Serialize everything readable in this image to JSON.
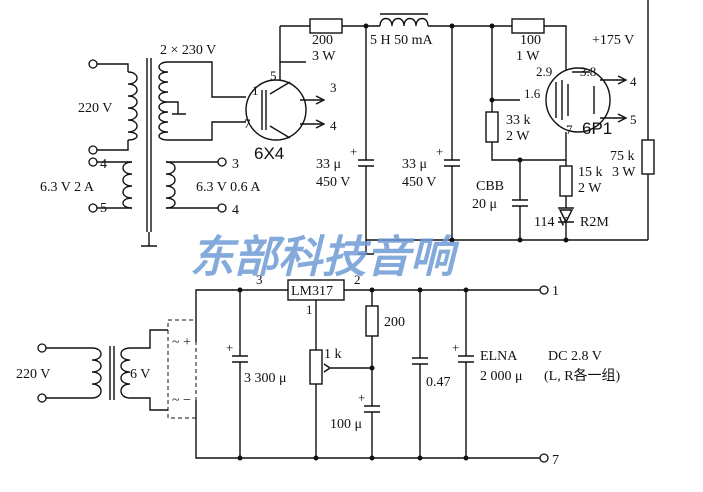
{
  "watermark": "东部科技音响",
  "upper": {
    "mains_voltage": "220 V",
    "secondary_hv": "2 × 230 V",
    "heater_label": "6.3 V 2 A",
    "heater_secondary": "6.3 V 0.6 A",
    "rectifier_tube": "6X4",
    "rectifier_pins": {
      "p1": "1",
      "p7": "7",
      "p5": "5",
      "p3": "3",
      "p4": "4"
    },
    "series_resistor": {
      "value": "200",
      "power": "3 W"
    },
    "choke": "5 H 50 mA",
    "cap1": {
      "value": "33 μ",
      "voltage": "450 V"
    },
    "cap2": {
      "value": "33 μ",
      "voltage": "450 V"
    },
    "screen_resistor": {
      "value": "100",
      "power": "1 W"
    },
    "b_plus": "+175 V",
    "bias_resistor": {
      "value": "33 k",
      "power": "2 W"
    },
    "cbb_cap": {
      "type": "CBB",
      "value": "20 μ"
    },
    "zener_resistor": {
      "value": "15 k",
      "power": "2 W"
    },
    "zener_voltage": "114 V",
    "zener_type": "R2M",
    "load_resistor": {
      "value": "75 k",
      "power": "3 W"
    },
    "output_tube": "6P1",
    "tube_pins": {
      "p29": "2.9",
      "p38": "3.8",
      "p16": "1.6",
      "p7": "7",
      "p4": "4",
      "p5": "5"
    },
    "heater_terminals": {
      "t4": "4",
      "t5": "5",
      "t3": "3",
      "t4b": "4"
    }
  },
  "lower": {
    "mains_voltage": "220 V",
    "secondary": "6 V",
    "bridge_plus": "~ +",
    "bridge_minus": "~ −",
    "regulator": "LM317",
    "reg_pins": {
      "in": "3",
      "out": "2",
      "adj": "1"
    },
    "cap_in": "3 300 μ",
    "r_top": "200",
    "pot": "1 k",
    "cap_adj": "100 μ",
    "cap_film": "0.47",
    "cap_out": {
      "type": "ELNA",
      "value": "2 000 μ"
    },
    "out_voltage": "DC 2.8 V",
    "out_note": "(L, R各一组)",
    "out_pins": {
      "plus": "1",
      "minus": "7"
    }
  }
}
